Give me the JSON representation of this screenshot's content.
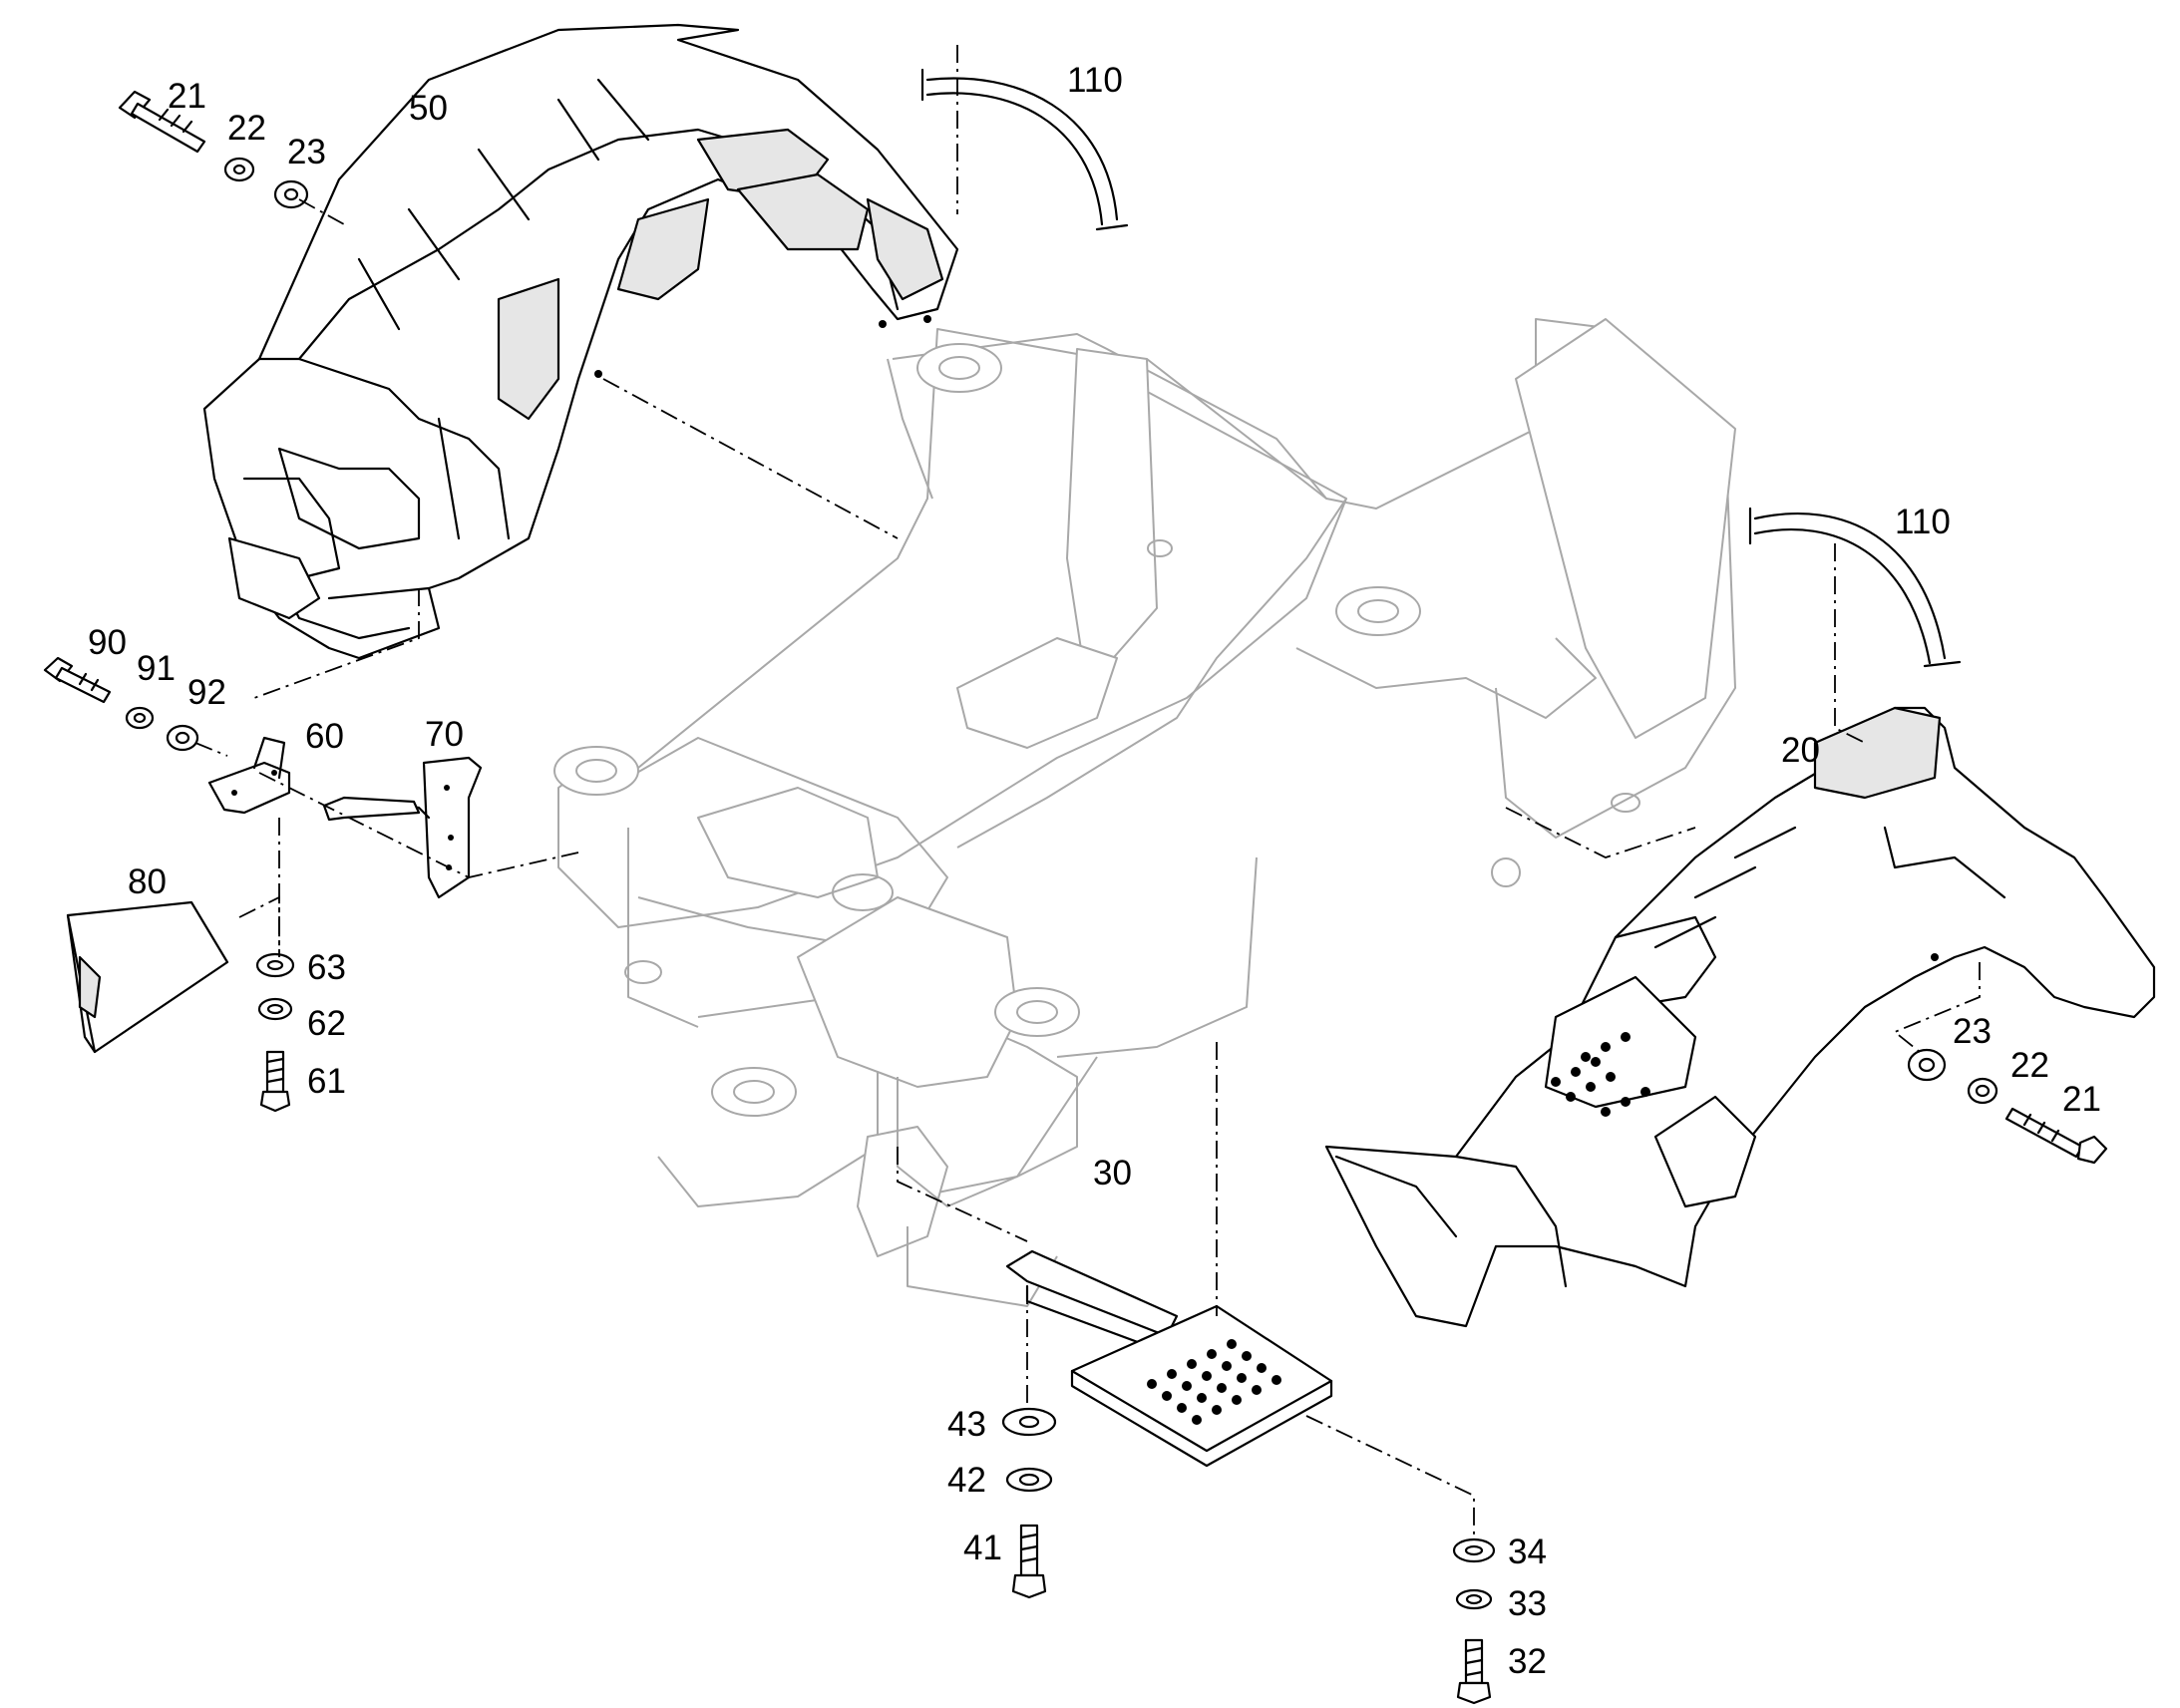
{
  "diagram": {
    "callouts": {
      "c21_left": "21",
      "c22_left": "22",
      "c23_left": "23",
      "c50": "50",
      "c110_top": "110",
      "c110_right": "110",
      "c90": "90",
      "c91": "91",
      "c92": "92",
      "c60": "60",
      "c70": "70",
      "c80": "80",
      "c63": "63",
      "c62": "62",
      "c61": "61",
      "c20": "20",
      "c23_right": "23",
      "c22_right": "22",
      "c21_right": "21",
      "c30": "30",
      "c43": "43",
      "c42": "42",
      "c41": "41",
      "c34": "34",
      "c33": "33",
      "c32": "32"
    }
  }
}
